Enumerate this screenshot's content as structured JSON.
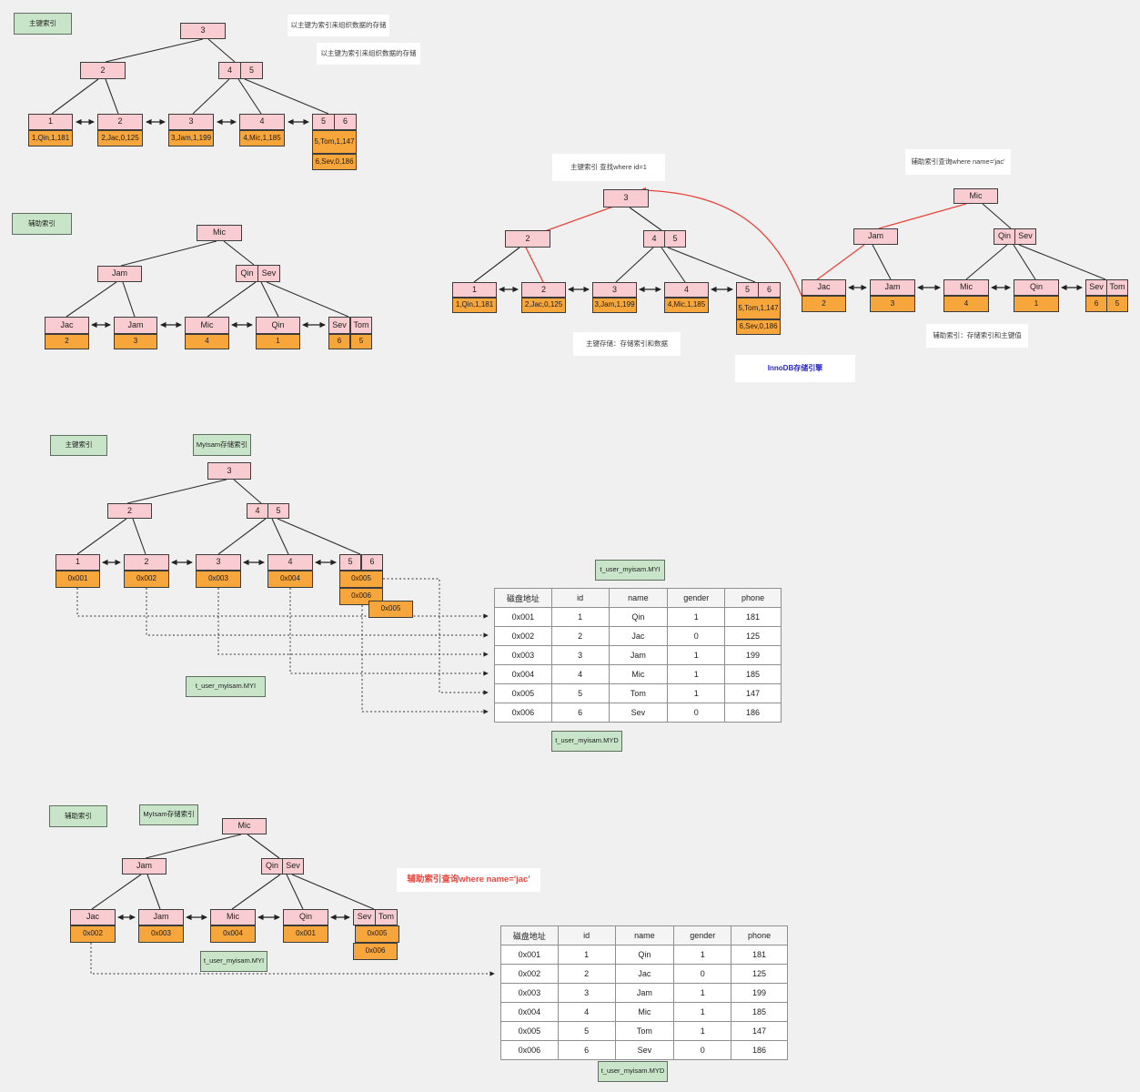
{
  "sec1": {
    "tag": "主键索引",
    "note1": "以主键为索引来组织数据的存储",
    "note2": "以主键为索引来组织数据的存储"
  },
  "sec2": {
    "tag": "辅助索引"
  },
  "sec3": {
    "header": "主键索引 查找where id=1",
    "footer": "主键存储：存储索引和数据",
    "engine": "InnoDB存储引擎"
  },
  "sec4": {
    "header": "辅助索引查询where name='jac'",
    "footer": "辅助索引：存储索引和主键值"
  },
  "sec5": {
    "tag1": "主键索引",
    "tag2": "MyIsam存储索引",
    "file_myi_tree": "t_user_myisam.MYI",
    "file_myi_table": "t_user_myisam.MYI",
    "file_myd": "t_user_myisam.MYD"
  },
  "sec6": {
    "tag1": "辅助索引",
    "tag2": "MyIsam存储索引",
    "query": "辅助索引查询where name='jac'",
    "file_myi": "t_user_myisam.MYI",
    "file_myd": "t_user_myisam.MYD"
  },
  "trees": {
    "t1": {
      "root": "3",
      "n2": "2",
      "n4": "4",
      "n5": "5",
      "k1": "1",
      "k2": "2",
      "k3": "3",
      "k4": "4",
      "k5": "5",
      "k6": "6",
      "v1": "1,Qin,1,181",
      "v2": "2,Jac,0,125",
      "v3": "3,Jam,1,199",
      "v4": "4,Mic,1,185",
      "v5": "5,Tom,1,147",
      "v6": "6,Sev,0,186"
    },
    "t2": {
      "root": "Mic",
      "n2": "Jam",
      "n4": "Qin",
      "n5": "Sev",
      "k1": "Jac",
      "k2": "Jam",
      "k3": "Mic",
      "k4": "Qin",
      "k5": "Sev",
      "k6": "Tom",
      "v1": "2",
      "v2": "3",
      "v3": "4",
      "v4": "1",
      "v5": "6",
      "v6": "5"
    },
    "t3": {
      "root": "3",
      "n2": "2",
      "n4": "4",
      "n5": "5",
      "k1": "1",
      "k2": "2",
      "k3": "3",
      "k4": "4",
      "k5": "5",
      "k6": "6",
      "v1": "1,Qin,1,181",
      "v2": "2,Jac,0,125",
      "v3": "3,Jam,1,199",
      "v4": "4,Mic,1,185",
      "v5": "5,Tom,1,147",
      "v6": "6,Sev,0,186"
    },
    "t4": {
      "root": "Mic",
      "n2": "Jam",
      "n4": "Qin",
      "n5": "Sev",
      "k1": "Jac",
      "k2": "Jam",
      "k3": "Mic",
      "k4": "Qin",
      "k5": "Sev",
      "k6": "Tom",
      "v1": "2",
      "v2": "3",
      "v3": "4",
      "v4": "1",
      "v5": "6",
      "v6": "5"
    },
    "t5": {
      "root": "3",
      "n2": "2",
      "n4": "4",
      "n5": "5",
      "k1": "1",
      "k2": "2",
      "k3": "3",
      "k4": "4",
      "k5": "5",
      "k6": "6",
      "v1": "0x001",
      "v2": "0x002",
      "v3": "0x003",
      "v4": "0x004",
      "v5": "0x005",
      "v6": "0x006",
      "extra": "0x005"
    },
    "t6": {
      "root": "Mic",
      "n2": "Jam",
      "n4": "Qin",
      "n5": "Sev",
      "k1": "Jac",
      "k2": "Jam",
      "k3": "Mic",
      "k4": "Qin",
      "k5": "Sev",
      "k6": "Tom",
      "v1": "0x002",
      "v2": "0x003",
      "v3": "0x004",
      "v4": "0x001",
      "v5": "0x005",
      "v6": "0x006"
    }
  },
  "table": {
    "headers": [
      "磁盘地址",
      "id",
      "name",
      "gender",
      "phone"
    ],
    "rows": [
      [
        "0x001",
        "1",
        "Qin",
        "1",
        "181"
      ],
      [
        "0x002",
        "2",
        "Jac",
        "0",
        "125"
      ],
      [
        "0x003",
        "3",
        "Jam",
        "1",
        "199"
      ],
      [
        "0x004",
        "4",
        "Mic",
        "1",
        "185"
      ],
      [
        "0x005",
        "5",
        "Tom",
        "1",
        "147"
      ],
      [
        "0x006",
        "6",
        "Sev",
        "0",
        "186"
      ]
    ]
  }
}
